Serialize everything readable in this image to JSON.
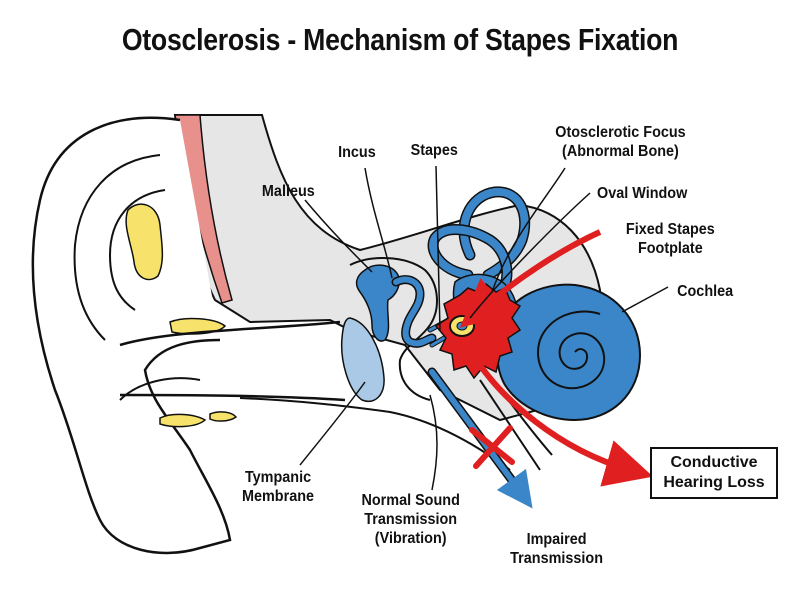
{
  "title": "Otosclerosis - Mechanism of Stapes Fixation",
  "labels": {
    "incus": "Incus",
    "stapes": "Stapes",
    "malleus": "Malleus",
    "otosclerotic_focus": [
      "Otosclerotic Focus",
      "(Abnormal Bone)"
    ],
    "oval_window": "Oval Window",
    "fixed_stapes_footplate": [
      "Fixed Stapes",
      "Footplate"
    ],
    "cochlea": "Cochlea",
    "tympanic_membrane": [
      "Tympanic",
      "Membrane"
    ],
    "normal_sound_transmission": [
      "Normal Sound",
      "Transmission",
      "(Vibration)"
    ],
    "impaired_transmission": [
      "Impaired",
      "Transmission"
    ],
    "conductive_hearing_loss": [
      "Conductive",
      "Hearing Loss"
    ]
  },
  "colors": {
    "ossicle_blue": "#3b86c8",
    "otosclerosis_red": "#e02020",
    "cartilage_yellow": "#f7e26b",
    "membrane_blue": "#a9c9e6",
    "bone_gray": "#e6e6e6",
    "vessel_pink": "#e8908c"
  }
}
